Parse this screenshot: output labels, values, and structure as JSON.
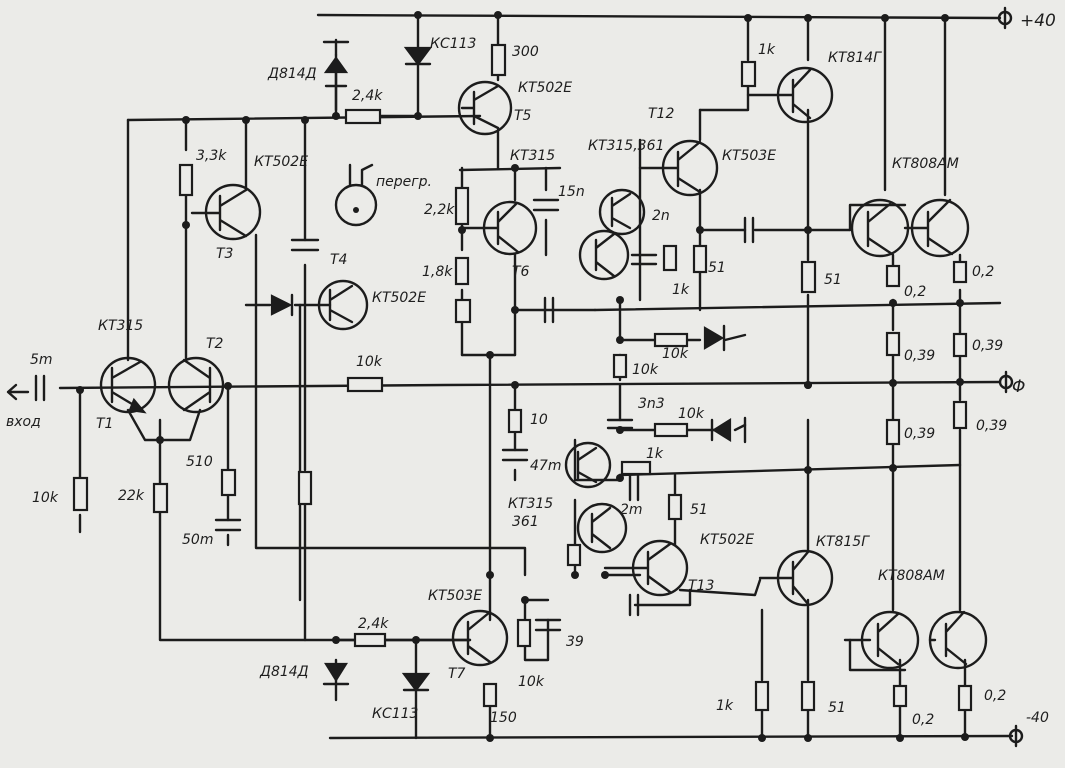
{
  "rails": {
    "plus": "+40",
    "minus": "-40",
    "out": "Φ",
    "in": "вход"
  },
  "transistors": {
    "t1": {
      "name": "T1",
      "type": "КТ315"
    },
    "t2": {
      "name": "T2",
      "type": ""
    },
    "t3": {
      "name": "T3",
      "type": "КТ502Е"
    },
    "t4": {
      "name": "T4",
      "type": "КТ502Е"
    },
    "t5": {
      "name": "T5",
      "type": "КТ502Е"
    },
    "t6": {
      "name": "T6",
      "type": "КТ315"
    },
    "t7": {
      "name": "T7",
      "type": "КТ503Е"
    },
    "t12": {
      "name": "T12",
      "type": "КТ503Е"
    },
    "t13": {
      "name": "T13",
      "type": "КТ502Е"
    },
    "pair_a": "КТ315,361",
    "pair_b": "КТ315",
    "pair_b2": "361",
    "drv_top": "КТ814Г",
    "drv_bot": "КТ815Г",
    "out_top": "КТ808АМ",
    "out_bot": "КТ808АМ"
  },
  "diodes": {
    "zener_top": "Д814Д",
    "zener_bot": "Д814Д",
    "ks_top": "КС113",
    "ks_bot": "КС113"
  },
  "values": {
    "c_in": "5m",
    "r_in": "10k",
    "r_22k_left": "22k",
    "r_510": "510",
    "c_50m": "50m",
    "r_33k": "3,3k",
    "r_24k_top": "2,4k",
    "r_24k_bot": "2,4k",
    "r_300": "300",
    "r_1k_top": "1k",
    "r_10k_fb": "10k",
    "r_22k_mid": "2,2k",
    "c_15p": "15n",
    "r_18k": "1,8k",
    "c_2p": "2n",
    "r_51_mid": "51",
    "r_1k_mid": "1k",
    "r_51_top": "51",
    "r_02_a": "0,2",
    "r_02_b": "0,2",
    "r_039_a": "0,39",
    "r_039_b": "0,39",
    "r_039_c": "0,39",
    "r_039_d": "0,39",
    "r_10k_d1": "10k",
    "r_10k_v": "10k",
    "c_3p3": "3n3",
    "r_10k_d2": "10k",
    "r_10": "10",
    "c_47m": "47m",
    "r_1k_b": "1k",
    "c_2m": "2m",
    "r_51_b": "51",
    "c_39": "39",
    "r_10k_t7": "10k",
    "r_150": "150",
    "r_1k_bot": "1k",
    "r_51_bot": "51",
    "r_02_c": "0,2",
    "r_02_d": "0,2",
    "overheat": "перегр."
  }
}
